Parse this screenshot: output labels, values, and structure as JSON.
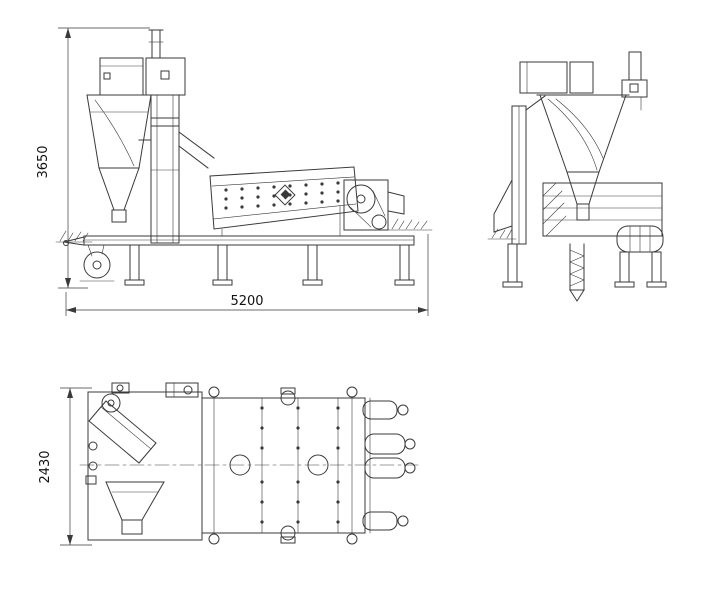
{
  "drawing": {
    "type": "technical-three-view-machine-drawing",
    "dimensions": {
      "overall_height": "3650",
      "overall_length": "5200",
      "overall_width": "2430"
    },
    "line_color": "#3a3a3a",
    "background_color": "#ffffff"
  }
}
